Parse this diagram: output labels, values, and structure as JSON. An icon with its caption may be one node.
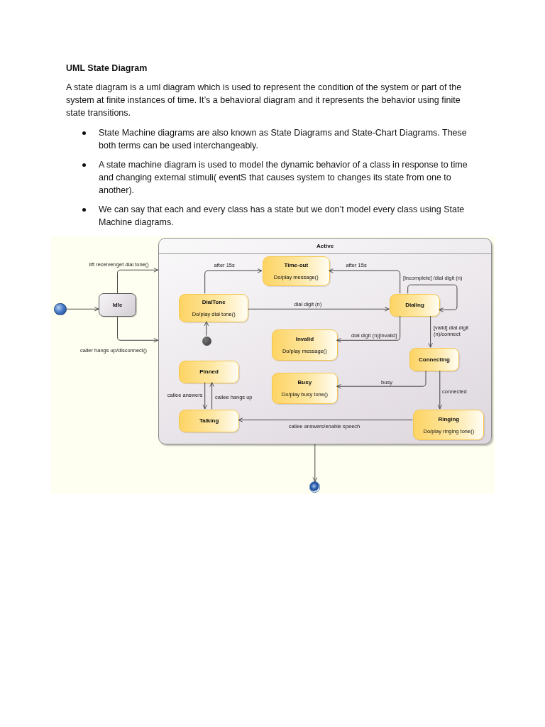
{
  "diagram": {
    "title": "UML State Diagram",
    "nodes": [
      {
        "text": [],
        "shape": "circle"
      },
      {
        "text": [
          "Idle"
        ]
      },
      {
        "text": [
          "Active"
        ]
      },
      {
        "text": [
          "Time-out",
          "Do/play message()"
        ],
        "in": 2
      },
      {
        "text": [
          "DialTone",
          "Do/play dial tone()"
        ],
        "in": 2
      },
      {
        "text": [
          "Dialing"
        ],
        "in": 2
      },
      {
        "text": [],
        "shape": "circle",
        "in": 2
      },
      {
        "text": [
          "Invalid",
          "Do/play message()"
        ],
        "in": 2
      },
      {
        "text": [
          "Connecting"
        ],
        "in": 2
      },
      {
        "text": [
          "Pinned"
        ],
        "in": 2
      },
      {
        "text": [
          "Busy",
          "Do/play busy tone()"
        ],
        "in": 2
      },
      {
        "text": [
          "Talking"
        ],
        "in": 2
      },
      {
        "text": [
          "Ringing",
          "Do/play ringing tone()"
        ],
        "in": 2
      },
      {
        "text": [],
        "shape": "circle"
      }
    ],
    "edges": [
      {
        "from": 0,
        "to": 1,
        "arrow": "to"
      },
      {
        "from": 1,
        "to": 2,
        "arrow": "to",
        "label": "lift receiver/get dial tone()"
      },
      {
        "from": 1,
        "to": 2,
        "arrow": "to",
        "label": "caller hangs up/disconnect()"
      },
      {
        "from": 6,
        "to": 4,
        "arrow": "to"
      },
      {
        "from": 4,
        "to": 3,
        "arrow": "to",
        "label": "after 15s"
      },
      {
        "from": 4,
        "to": 5,
        "arrow": "to",
        "label": "dial digit (n)"
      },
      {
        "from": 5,
        "to": 3,
        "arrow": "to",
        "label": "after 15s"
      },
      {
        "from": 5,
        "to": 5,
        "arrow": "to",
        "label": "[incomplete] /dial digit (n)"
      },
      {
        "from": 5,
        "to": 7,
        "arrow": "to",
        "label": "dial digit (n)[invalid]"
      },
      {
        "from": 5,
        "to": 8,
        "arrow": "to",
        "label": "[valid] dial digit (n)/connect"
      },
      {
        "from": 8,
        "to": 10,
        "arrow": "to",
        "label": "busy"
      },
      {
        "from": 8,
        "to": 12,
        "arrow": "to",
        "label": "connected"
      },
      {
        "from": 12,
        "to": 11,
        "arrow": "to",
        "label": "callee answers/enable speech"
      },
      {
        "from": 9,
        "to": 11,
        "arrow": "to",
        "label": "callee answers"
      },
      {
        "from": 11,
        "to": 9,
        "arrow": "to",
        "label": "callee hangs up"
      },
      {
        "from": 2,
        "to": 13,
        "arrow": "to"
      }
    ],
    "labels": [
      "A state diagram is a uml diagram which is used to represent the condition of the system or part of the system at finite instances of time. It’s a behavioral diagram and it represents the behavior using finite state transitions.",
      "State Machine diagrams are also known as State Diagrams and State-Chart Diagrams. These both terms can be used interchangeably.",
      "A state machine diagram is used to model the dynamic behavior of a class in response to time and changing external stimuli( eventS that causes system to changes its state from one to another).",
      "We can say that each and every class has a state but we don’t model every class using State Machine diagrams."
    ]
  }
}
